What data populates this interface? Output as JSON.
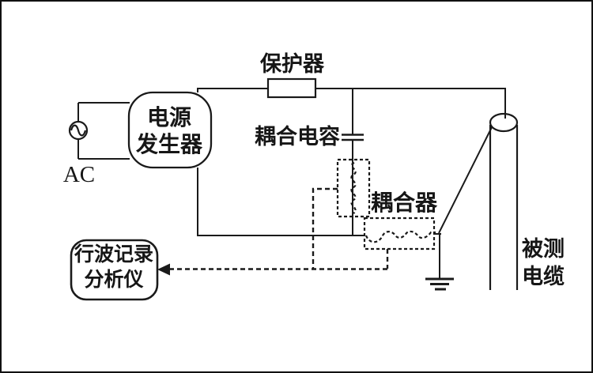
{
  "window": {
    "background": "#ffffff",
    "border_color": "#111111"
  },
  "diagram": {
    "type": "circuit-schematic",
    "line_color": "#1a1a1a",
    "components": {
      "ac_source": {
        "label": "AC",
        "symbol": "sine-wave-source-icon"
      },
      "power_generator": {
        "label_line1": "电源",
        "label_line2": "发生器",
        "shape": "rounded-rect"
      },
      "protector": {
        "label": "保护器",
        "symbol": "series-box"
      },
      "coupling_capacitor": {
        "label": "耦合电容",
        "symbol": "capacitor"
      },
      "coupler": {
        "label": "耦合器",
        "symbol": "dashed-inductor-pickups"
      },
      "analyzer": {
        "label_line1": "行波记录",
        "label_line2": "分析仪",
        "shape": "rounded-rect"
      },
      "ground": {
        "symbol": "earth-ground-icon"
      },
      "cable_under_test": {
        "label_line1": "被测",
        "label_line2": "电缆",
        "shape": "cylinder"
      }
    },
    "signal_path": {
      "style": "dashed-arrow",
      "direction": "into-analyzer"
    }
  }
}
